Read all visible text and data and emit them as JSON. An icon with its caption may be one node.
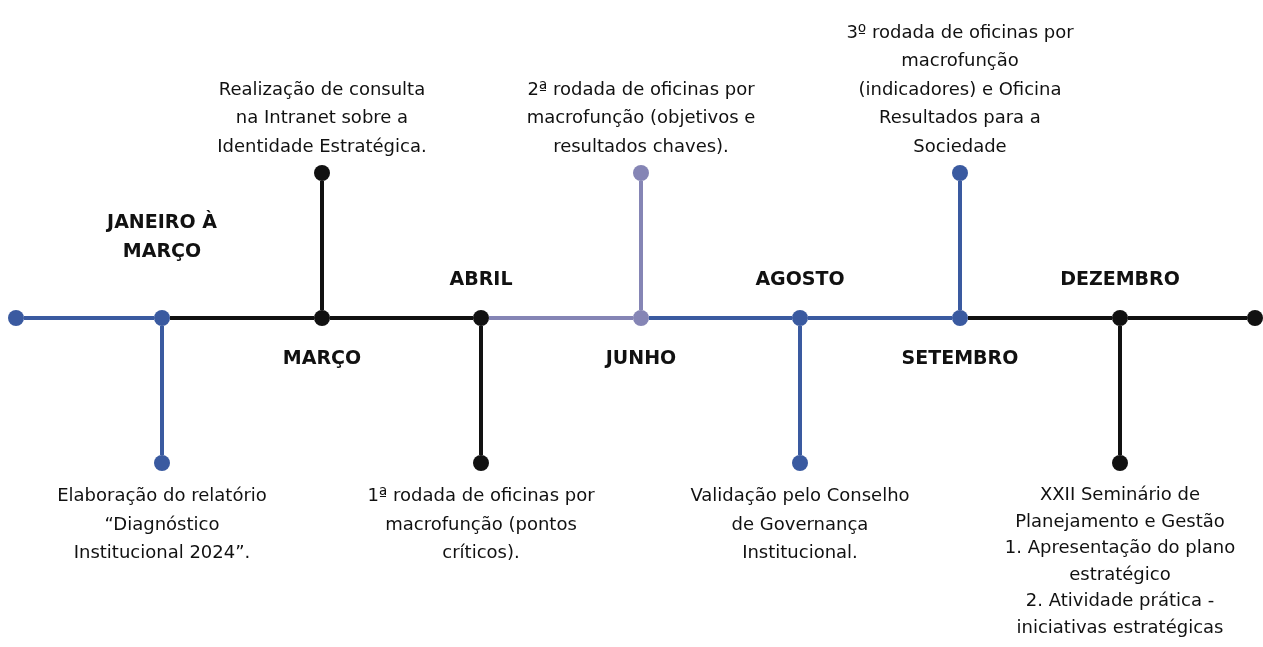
{
  "diagram": {
    "nodes": [
      {
        "text": [],
        "shape": "circle"
      },
      {
        "text": [],
        "shape": "circle",
        "beside": [
          "JANEIRO À MARÇO"
        ]
      },
      {
        "text": [],
        "shape": "circle",
        "beside": [
          "Elaboração do relatório “Diagnóstico Institucional 2024”."
        ]
      },
      {
        "text": [],
        "shape": "circle",
        "beside": [
          "MARÇO"
        ]
      },
      {
        "text": [],
        "shape": "circle",
        "beside": [
          "Realização de consulta na Intranet sobre a Identidade Estratégica."
        ]
      },
      {
        "text": [],
        "shape": "circle",
        "beside": [
          "ABRIL"
        ]
      },
      {
        "text": [],
        "shape": "circle",
        "beside": [
          "1ª rodada de oficinas por macrofunção (pontos críticos)."
        ]
      },
      {
        "text": [],
        "shape": "circle",
        "beside": [
          "JUNHO"
        ]
      },
      {
        "text": [],
        "shape": "circle",
        "beside": [
          "2ª rodada de oficinas por macrofunção (objetivos e resultados chaves)."
        ]
      },
      {
        "text": [],
        "shape": "circle",
        "beside": [
          "AGOSTO"
        ]
      },
      {
        "text": [],
        "shape": "circle",
        "beside": [
          "Validação pelo Conselho de Governança Institucional."
        ]
      },
      {
        "text": [],
        "shape": "circle",
        "beside": [
          "SETEMBRO"
        ]
      },
      {
        "text": [],
        "shape": "circle",
        "beside": [
          "3º rodada de oficinas por macrofunção (indicadores) e Oficina Resultados para a Sociedade"
        ]
      },
      {
        "text": [],
        "shape": "circle",
        "beside": [
          "DEZEMBRO"
        ]
      },
      {
        "text": [],
        "shape": "circle",
        "beside": [
          "XXII Seminário de Planejamento e Gestão",
          "1. Apresentação do plano estratégico",
          "2. Atividade prática - iniciativas estratégicas"
        ]
      },
      {
        "text": [],
        "shape": "circle"
      }
    ],
    "edges": [
      {
        "from": 0,
        "to": 1,
        "arrow": "none",
        "color": "#3a5aa0"
      },
      {
        "from": 1,
        "to": 3,
        "arrow": "none"
      },
      {
        "from": 3,
        "to": 5,
        "arrow": "none"
      },
      {
        "from": 5,
        "to": 7,
        "arrow": "none",
        "color": "#8585b5"
      },
      {
        "from": 7,
        "to": 9,
        "arrow": "none",
        "color": "#3a5aa0"
      },
      {
        "from": 9,
        "to": 11,
        "arrow": "none",
        "color": "#3a5aa0"
      },
      {
        "from": 11,
        "to": 13,
        "arrow": "none"
      },
      {
        "from": 13,
        "to": 15,
        "arrow": "none"
      },
      {
        "from": 1,
        "to": 2,
        "arrow": "none",
        "color": "#3a5aa0"
      },
      {
        "from": 3,
        "to": 4,
        "arrow": "none"
      },
      {
        "from": 5,
        "to": 6,
        "arrow": "none"
      },
      {
        "from": 7,
        "to": 8,
        "arrow": "none",
        "color": "#8585b5"
      },
      {
        "from": 9,
        "to": 10,
        "arrow": "none",
        "color": "#3a5aa0"
      },
      {
        "from": 11,
        "to": 12,
        "arrow": "none",
        "color": "#3a5aa0"
      },
      {
        "from": 13,
        "to": 14,
        "arrow": "none"
      }
    ]
  }
}
